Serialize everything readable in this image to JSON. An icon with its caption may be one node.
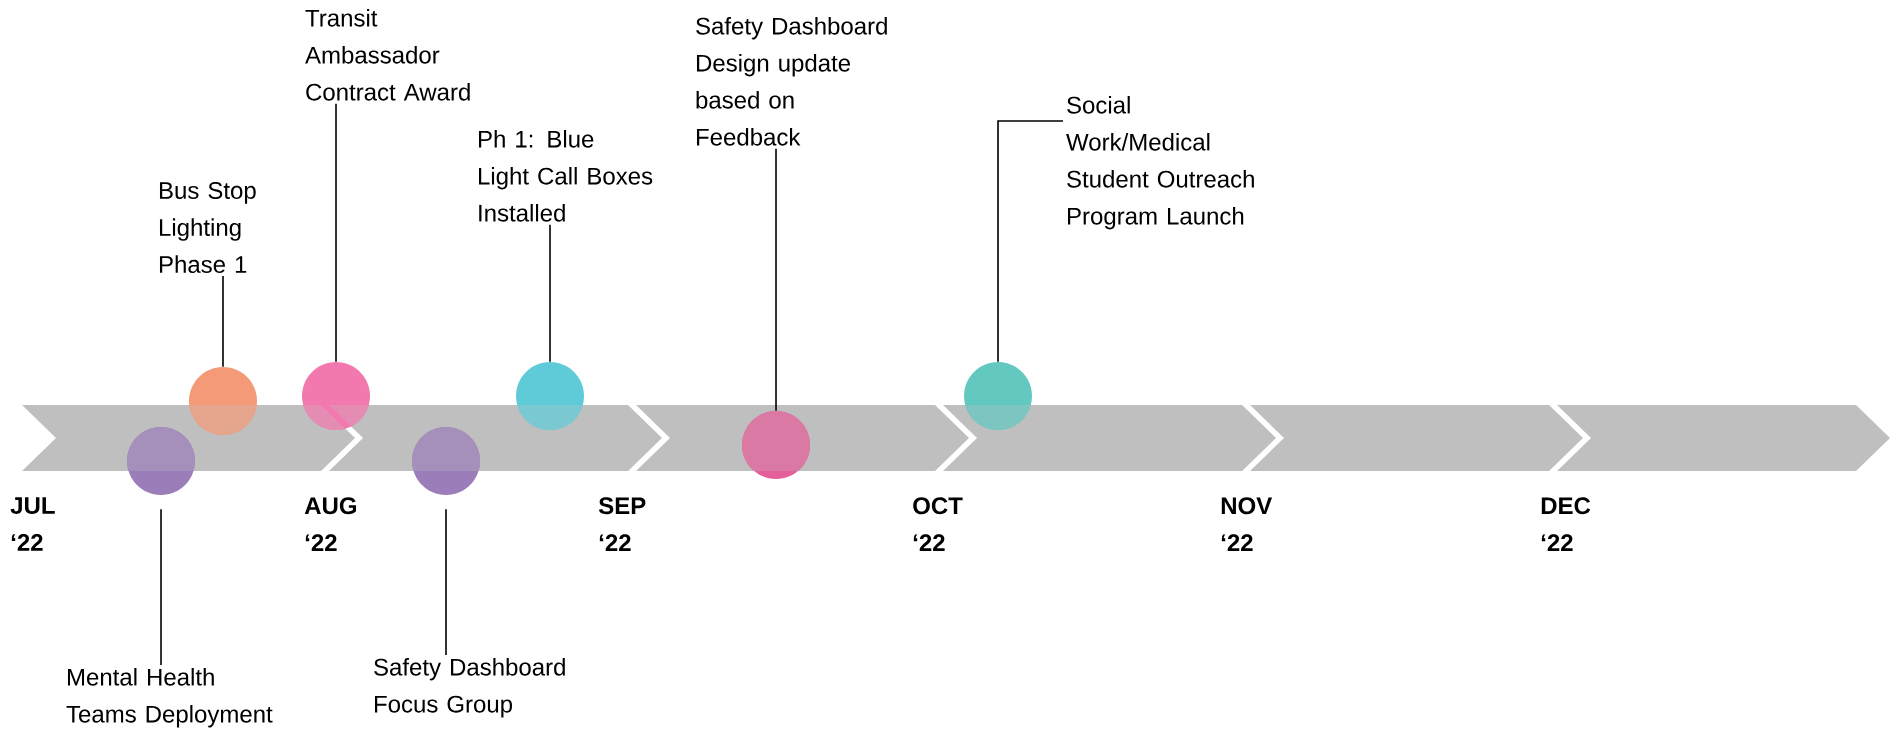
{
  "diagram": {
    "nodes": [
      {
        "text": [
          "Bus Stop Lighting Phase 1"
        ]
      },
      {
        "text": [
          "Transit Ambassador Contract Award"
        ]
      },
      {
        "text": [
          "Ph 1: Blue Light Call Boxes Installed"
        ]
      },
      {
        "text": [
          "Safety Dashboard Design update based on Feedback"
        ]
      },
      {
        "text": [
          "Social Work/Medical Student Outreach Program Launch"
        ]
      },
      {
        "text": [
          "Mental Health Teams Deployment"
        ]
      },
      {
        "text": [
          "Safety Dashboard Focus Group"
        ]
      },
      {
        "text": [],
        "shape": "circle"
      },
      {
        "text": [],
        "shape": "circle"
      },
      {
        "text": [],
        "shape": "circle"
      },
      {
        "text": [],
        "shape": "circle"
      },
      {
        "text": [],
        "shape": "circle"
      },
      {
        "text": [],
        "shape": "circle"
      },
      {
        "text": [],
        "shape": "circle"
      }
    ],
    "edges": [
      {
        "from": 0,
        "to": 8,
        "arrow": "none"
      },
      {
        "from": 1,
        "to": 9,
        "arrow": "none"
      },
      {
        "from": 2,
        "to": 11,
        "arrow": "none"
      },
      {
        "from": 3,
        "to": 12,
        "arrow": "none"
      },
      {
        "from": 4,
        "to": 13,
        "arrow": "none"
      },
      {
        "from": 5,
        "to": 7,
        "arrow": "none"
      },
      {
        "from": 6,
        "to": 10,
        "arrow": "none"
      }
    ],
    "labels": [
      "JUL ‘22",
      "AUG ‘22",
      "SEP ‘22",
      "OCT ‘22",
      "NOV ‘22",
      "DEC ‘22"
    ]
  }
}
